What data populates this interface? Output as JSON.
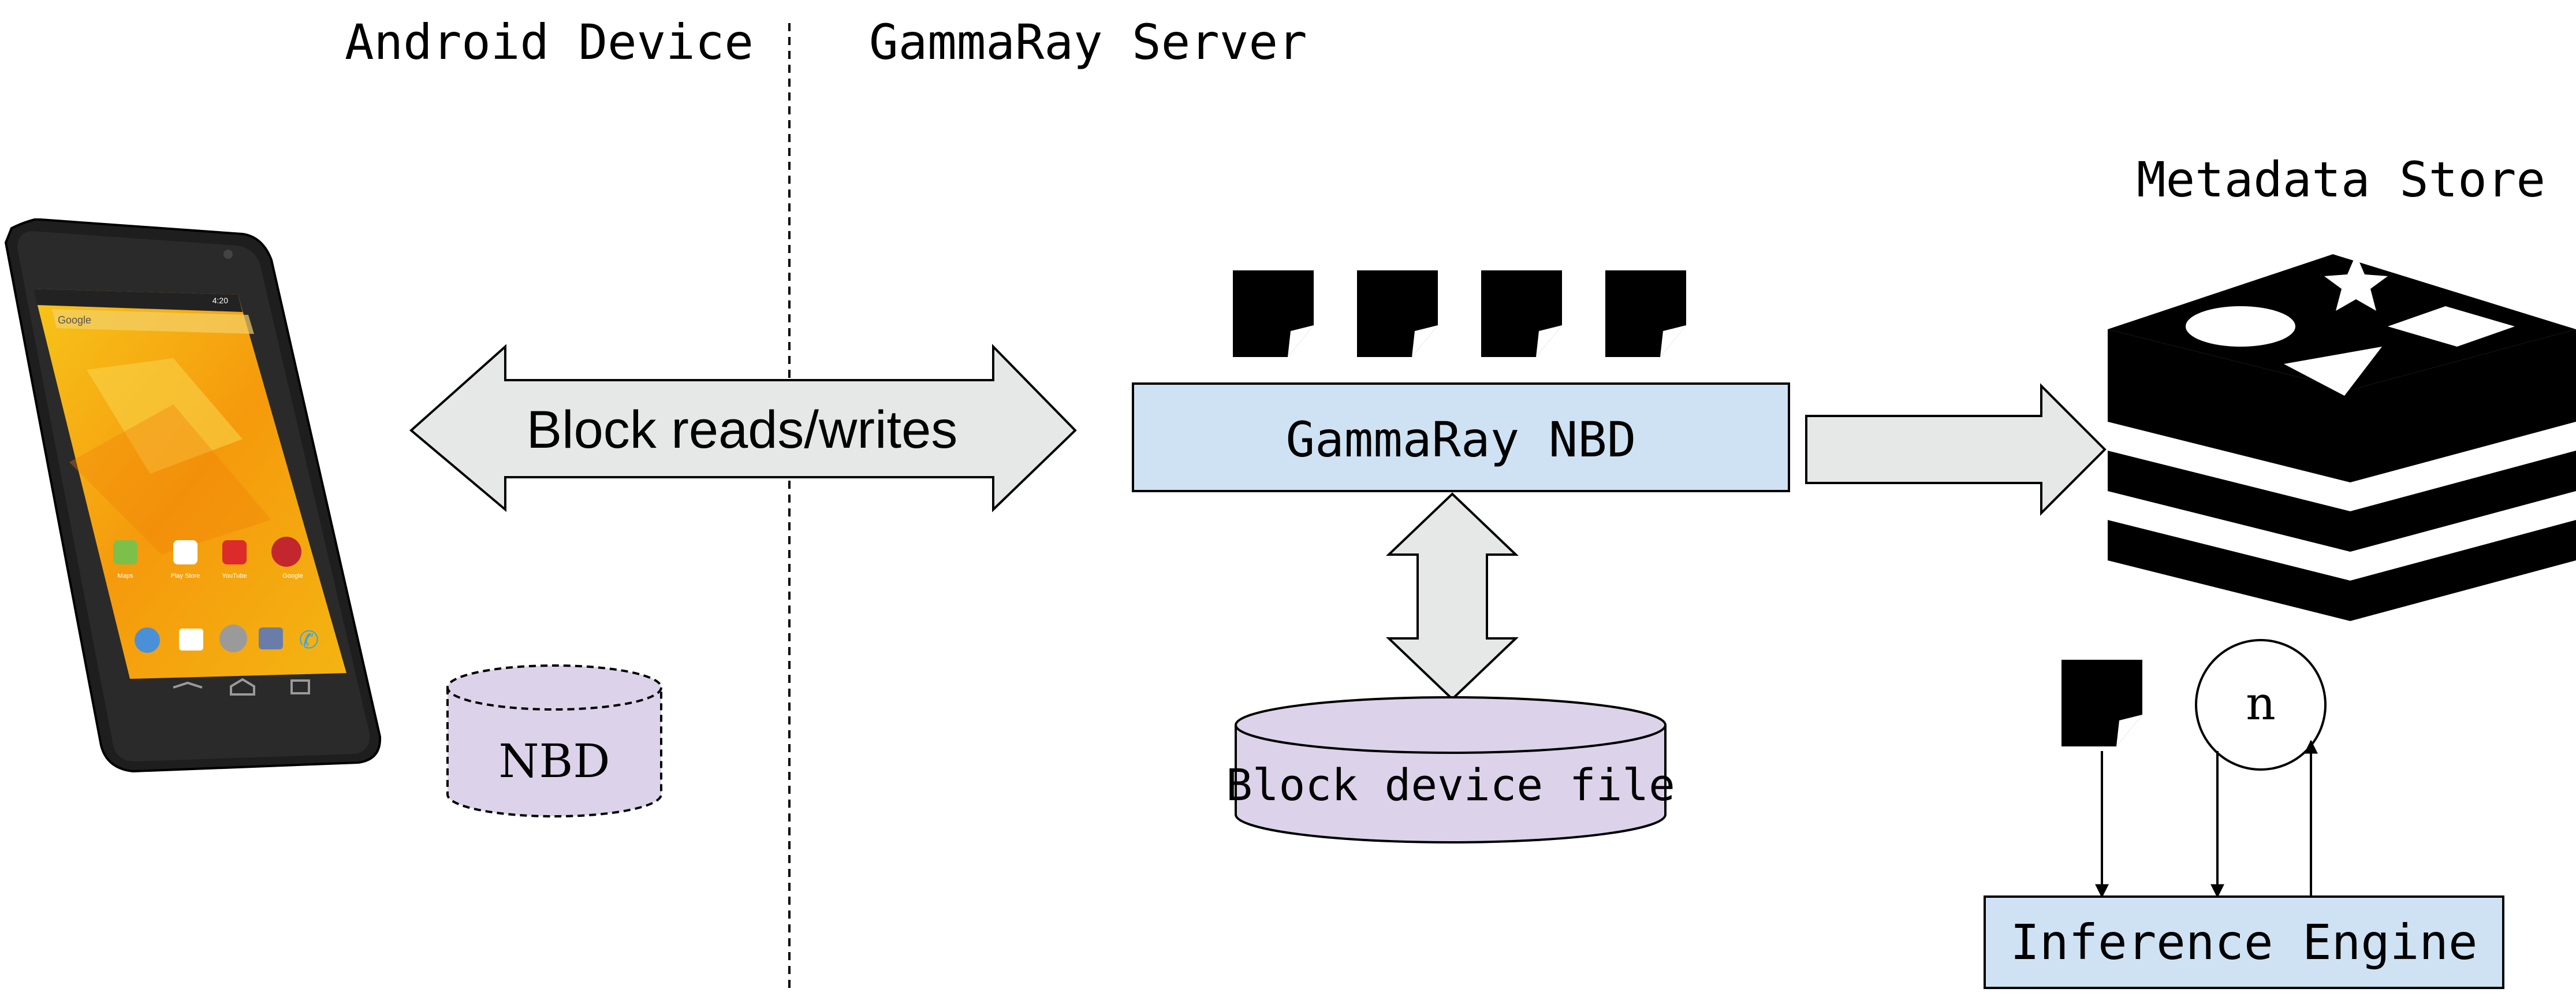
{
  "labels": {
    "android_device": "Android Device",
    "gammaray_server": "GammaRay Server",
    "metadata_store": "Metadata Store",
    "block_rw": "Block reads/writes",
    "gammaray_nbd": "GammaRay NBD",
    "nbd": "NBD",
    "block_device_file": "Block device file",
    "inference_engine": "Inference Engine",
    "node": "n"
  },
  "phone_screen": {
    "status_time": "4:20",
    "search_text": "Google",
    "app_labels": [
      "Maps",
      "Play Store",
      "YouTube",
      "Google"
    ]
  },
  "colors": {
    "arrow_fill": "#e6e8e8",
    "nbd_box_fill": "#cfe2f3",
    "storage_fill": "#dcd3ea",
    "ink": "#000000"
  },
  "icons": [
    "smartphone-icon",
    "document-icon",
    "redis-stack-icon"
  ]
}
